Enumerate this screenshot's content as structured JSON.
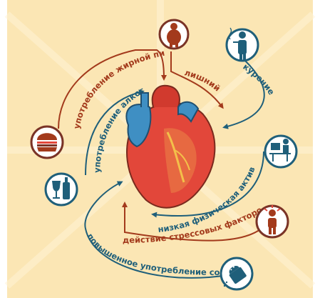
{
  "labels": {
    "fatty_food": "употребление жирной пищи",
    "overweight": "лишний вес",
    "smoking": "курение",
    "alcohol": "употребление алкоголя",
    "low_activity": "низкая физическая активность",
    "stress": "действие стрессовых факторов",
    "salt": "повышенное употребление соли"
  },
  "colors": {
    "background": "#fbe6b4",
    "red_text": "#a33a1c",
    "blue_text": "#1f5f7a",
    "icon_ring": "#7a3326",
    "heart_red": "#e2473a",
    "heart_blue": "#3f8fc3"
  },
  "icons": {
    "overweight": "obese-person-icon",
    "smoking": "smoking-person-icon",
    "fatty_food": "burger-icon",
    "alcohol": "wine-bottle-icon",
    "low_activity": "computer-desk-icon",
    "stress": "stressed-person-icon",
    "salt": "salt-shaker-icon"
  }
}
